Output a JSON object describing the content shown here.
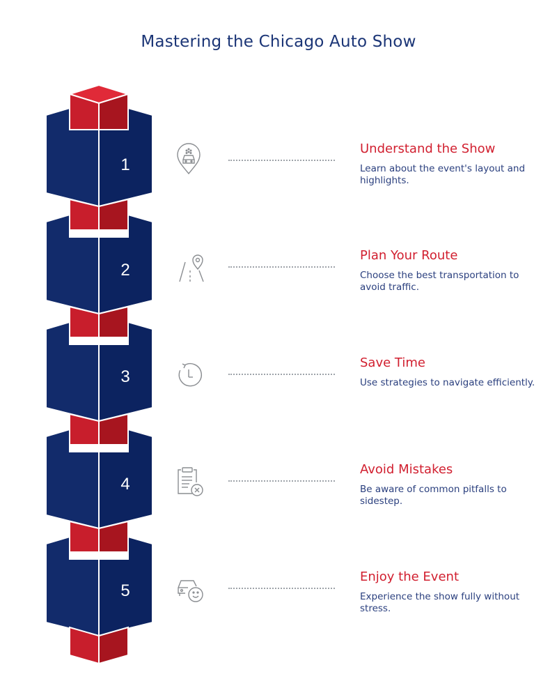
{
  "title": "Mastering the Chicago Auto Show",
  "colors": {
    "navy": "#0f2a6b",
    "red": "#d11f2f",
    "title_color": "#1b3576",
    "icon_gray": "#8a8d91"
  },
  "steps": [
    {
      "number": "1",
      "title": "Understand the Show",
      "description": "Learn about the event's layout and highlights.",
      "icon": "car-location-pin-icon"
    },
    {
      "number": "2",
      "title": "Plan Your Route",
      "description": "Choose the best transportation to avoid traffic.",
      "icon": "road-location-pin-icon"
    },
    {
      "number": "3",
      "title": "Save Time",
      "description": "Use strategies to navigate efficiently.",
      "icon": "clock-arrow-icon"
    },
    {
      "number": "4",
      "title": "Avoid Mistakes",
      "description": "Be aware of common pitfalls to sidestep.",
      "icon": "clipboard-x-icon"
    },
    {
      "number": "5",
      "title": "Enjoy the Event",
      "description": "Experience the show fully without stress.",
      "icon": "car-smiley-icon"
    }
  ]
}
